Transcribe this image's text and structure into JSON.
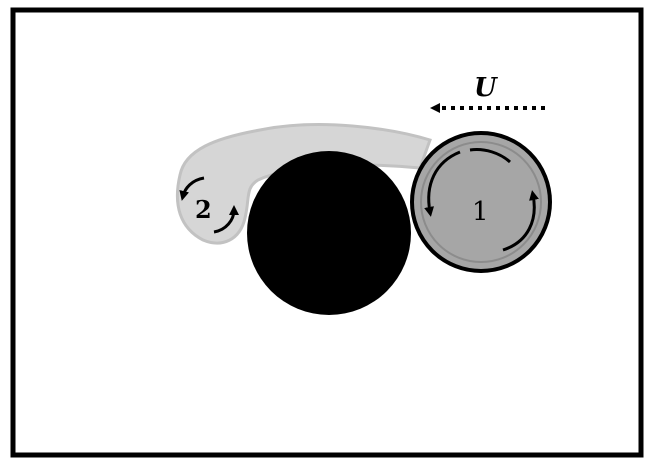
{
  "labels": {
    "velocity": "U",
    "body_one": "1",
    "body_two": "2"
  },
  "colors": {
    "background": "#ffffff",
    "frame": "#000000",
    "fixed_cylinder": "#000000",
    "moving_cylinder": "#a6a6a6",
    "wake": "#d6d6d6",
    "arrows": "#000000"
  },
  "icons": {
    "flow_arrow": "dotted-left-arrow",
    "rotation_arrows": "curved-circulation-arrows"
  }
}
